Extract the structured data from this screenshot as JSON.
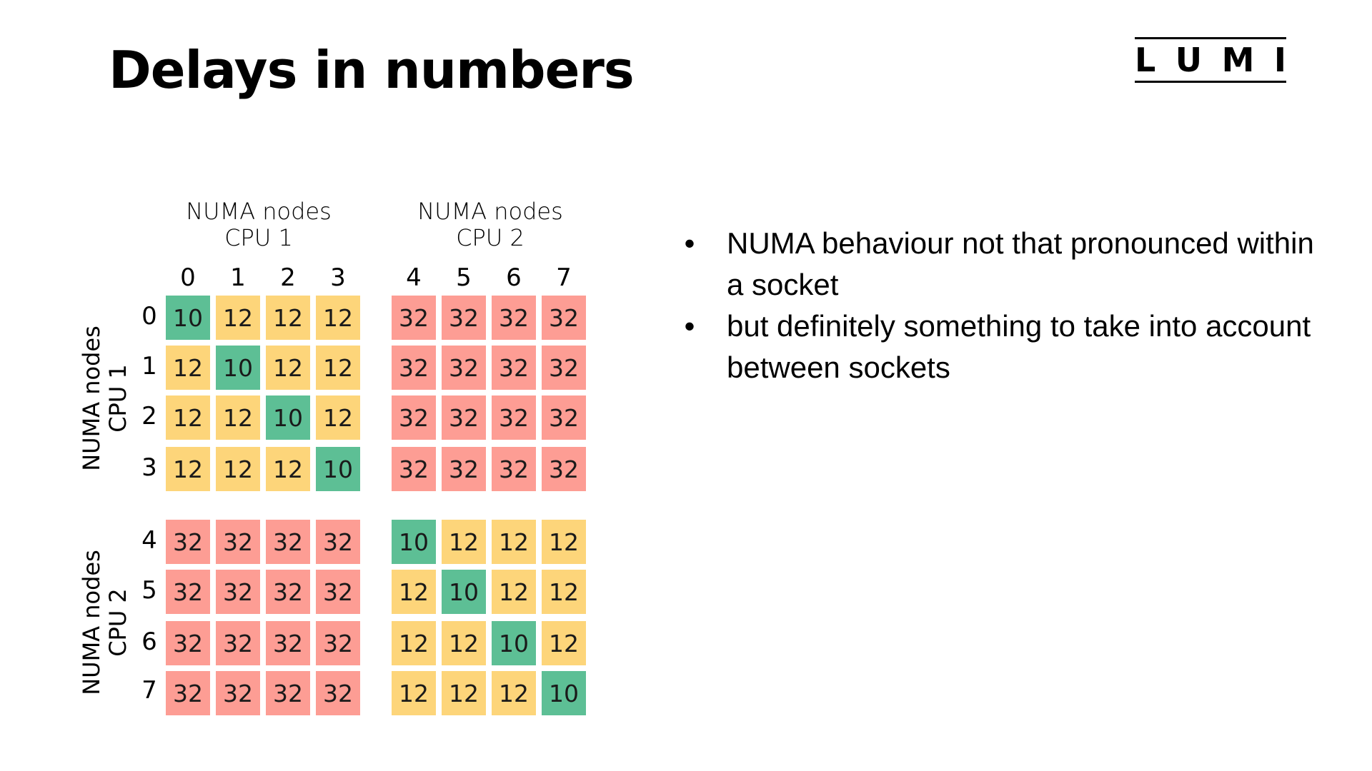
{
  "slide": {
    "title": "Delays in numbers"
  },
  "logo": {
    "text": "LUMI",
    "letters": [
      "L",
      "U",
      "M",
      "I"
    ]
  },
  "matrix": {
    "col_groups": [
      {
        "line1": "NUMA nodes",
        "line2": "CPU 1"
      },
      {
        "line1": "NUMA nodes",
        "line2": "CPU 2"
      }
    ],
    "row_groups": [
      {
        "line1": "NUMA nodes",
        "line2": "CPU 1"
      },
      {
        "line1": "NUMA nodes",
        "line2": "CPU 2"
      }
    ],
    "col_labels": [
      "0",
      "1",
      "2",
      "3",
      "4",
      "5",
      "6",
      "7"
    ],
    "row_labels": [
      "0",
      "1",
      "2",
      "3",
      "4",
      "5",
      "6",
      "7"
    ],
    "colors": {
      "10": "#5dbf95",
      "12": "#fdd57a",
      "32": "#fd9d94"
    }
  },
  "chart_data": {
    "type": "heatmap",
    "title": "Delays in numbers",
    "x_label": "NUMA nodes (CPU 1: 0-3, CPU 2: 4-7)",
    "y_label": "NUMA nodes (CPU 1: 0-3, CPU 2: 4-7)",
    "x": [
      "0",
      "1",
      "2",
      "3",
      "4",
      "5",
      "6",
      "7"
    ],
    "y": [
      "0",
      "1",
      "2",
      "3",
      "4",
      "5",
      "6",
      "7"
    ],
    "values": [
      [
        10,
        12,
        12,
        12,
        32,
        32,
        32,
        32
      ],
      [
        12,
        10,
        12,
        12,
        32,
        32,
        32,
        32
      ],
      [
        12,
        12,
        10,
        12,
        32,
        32,
        32,
        32
      ],
      [
        12,
        12,
        12,
        10,
        32,
        32,
        32,
        32
      ],
      [
        32,
        32,
        32,
        32,
        10,
        12,
        12,
        12
      ],
      [
        32,
        32,
        32,
        32,
        12,
        10,
        12,
        12
      ],
      [
        32,
        32,
        32,
        32,
        12,
        12,
        10,
        12
      ],
      [
        32,
        32,
        32,
        32,
        12,
        12,
        12,
        10
      ]
    ],
    "color_scale": {
      "10": "#5dbf95",
      "12": "#fdd57a",
      "32": "#fd9d94"
    }
  },
  "bullets": [
    {
      "marker": "•",
      "text": "NUMA behaviour not that pronounced within a socket"
    },
    {
      "marker": "•",
      "text": "but definitely something to take into account between sockets"
    }
  ]
}
